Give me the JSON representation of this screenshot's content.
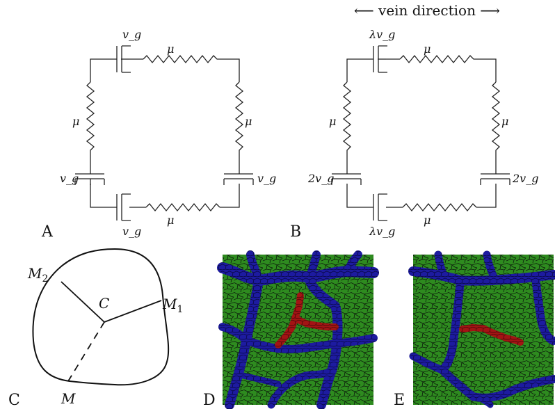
{
  "header": {
    "vein_direction": "⟵ vein direction ⟶"
  },
  "panel_a": {
    "label": "A",
    "dashpot_top": "v_g",
    "dashpot_left": "v_g",
    "dashpot_right": "v_g",
    "dashpot_bottom": "v_g",
    "spring_top": "μ",
    "spring_left": "μ",
    "spring_right": "μ",
    "spring_bottom": "μ"
  },
  "panel_b": {
    "label": "B",
    "dashpot_top": "λv_g",
    "dashpot_left": "2v_g",
    "dashpot_right": "2v_g",
    "dashpot_bottom": "λv_g",
    "spring_top": "μ",
    "spring_left": "μ",
    "spring_right": "μ",
    "spring_bottom": "μ"
  },
  "panel_c": {
    "label": "C",
    "center": "C",
    "m1": "M1",
    "m2": "M2",
    "m": "M"
  },
  "panel_d": {
    "label": "D"
  },
  "panel_e": {
    "label": "E"
  },
  "colors": {
    "tissue_green": "#2e8b1f",
    "vein_blue": "#1d1ba0",
    "highlight_red": "#a31414",
    "cell_edge": "#0b1a0b"
  }
}
